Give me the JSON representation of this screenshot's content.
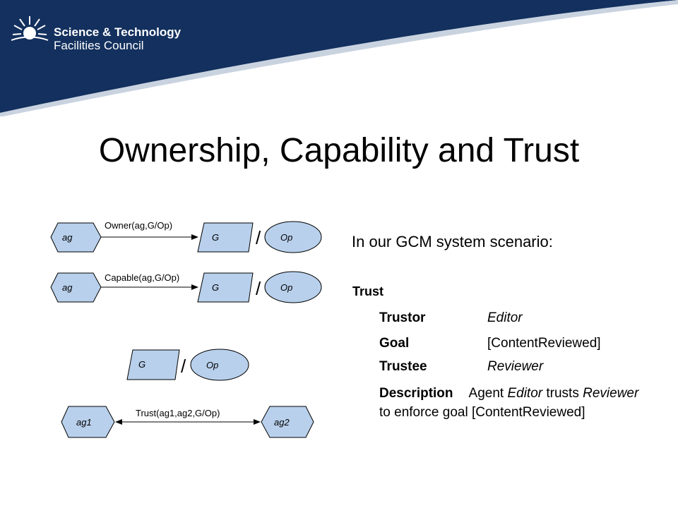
{
  "header": {
    "org_line1": "Science & Technology",
    "org_line2": "Facilities Council"
  },
  "slide": {
    "title": "Ownership, Capability and Trust"
  },
  "diagram": {
    "row1": {
      "agent": "ag",
      "relation": "Owner(ag,G/Op)",
      "goal": "G",
      "slash": "/",
      "op": "Op"
    },
    "row2": {
      "agent": "ag",
      "relation": "Capable(ag,G/Op)",
      "goal": "G",
      "slash": "/",
      "op": "Op"
    },
    "row3": {
      "goal": "G",
      "slash": "/",
      "op": "Op"
    },
    "row4": {
      "agent1": "ag1",
      "relation": "Trust(ag1,ag2,G/Op)",
      "agent2": "ag2"
    }
  },
  "content": {
    "intro": "In our GCM system scenario:",
    "section": "Trust",
    "rows": [
      {
        "label": "Trustor",
        "value": "Editor"
      },
      {
        "label": "Goal",
        "value": "[ContentReviewed]"
      },
      {
        "label": "Trustee",
        "value": "Reviewer"
      }
    ],
    "description": {
      "label": "Description",
      "part1": "Agent ",
      "agent": "Editor",
      "part2": " trusts ",
      "trustee": "Reviewer",
      "part3": " to enforce goal [ContentReviewed]"
    }
  },
  "colors": {
    "header_navy": "#13305e",
    "shape_blue": "#b8d0ec",
    "stroke": "#000000"
  }
}
